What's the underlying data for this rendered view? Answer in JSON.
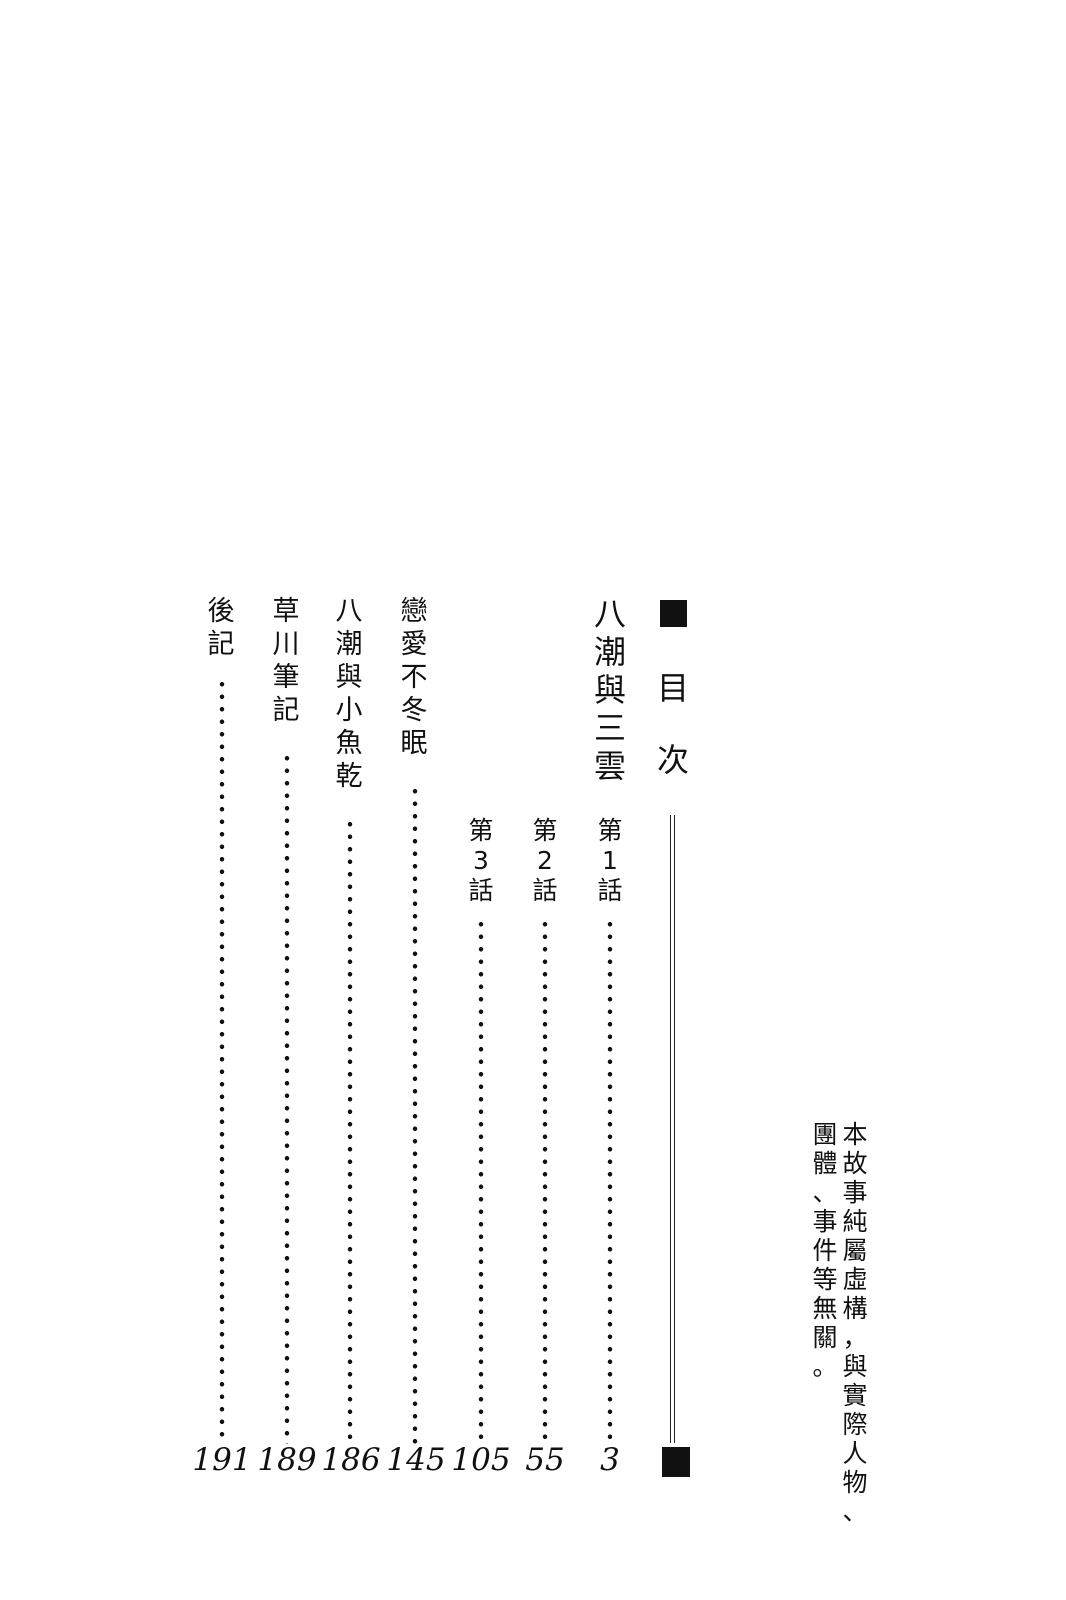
{
  "header": {
    "title_chars": [
      "目",
      "次"
    ],
    "title": "目次"
  },
  "entries": [
    {
      "title": "八潮與三雲",
      "chars": [
        "八",
        "潮",
        "與",
        "三",
        "雲"
      ]
    },
    {
      "sub": "第1話",
      "chars": [
        "第",
        "1",
        "話"
      ],
      "page": "3"
    },
    {
      "sub": "第2話",
      "chars": [
        "第",
        "2",
        "話"
      ],
      "page": "55"
    },
    {
      "sub": "第3話",
      "chars": [
        "第",
        "3",
        "話"
      ],
      "page": "105"
    },
    {
      "title": "戀愛不冬眠",
      "chars": [
        "戀",
        "愛",
        "不",
        "冬",
        "眠"
      ],
      "page": "145"
    },
    {
      "title": "八潮與小魚乾",
      "chars": [
        "八",
        "潮",
        "與",
        "小",
        "魚",
        "乾"
      ],
      "page": "186"
    },
    {
      "title": "草川筆記",
      "chars": [
        "草",
        "川",
        "筆",
        "記"
      ],
      "page": "189"
    },
    {
      "title": "後記",
      "chars": [
        "後",
        "記"
      ],
      "page": "191"
    }
  ],
  "disclaimer": {
    "text": "本故事純屬虛構，與實際人物、團體、事件等無關。",
    "line1": [
      "本",
      "故",
      "事",
      "純",
      "屬",
      "虛",
      "構",
      "，",
      "與",
      "實",
      "際",
      "人",
      "物",
      "、"
    ],
    "line2": [
      "團",
      "體",
      "、",
      "事",
      "件",
      "等",
      "無",
      "關",
      "。"
    ]
  },
  "colors": {
    "ink": "#111111",
    "paper": "#ffffff"
  }
}
